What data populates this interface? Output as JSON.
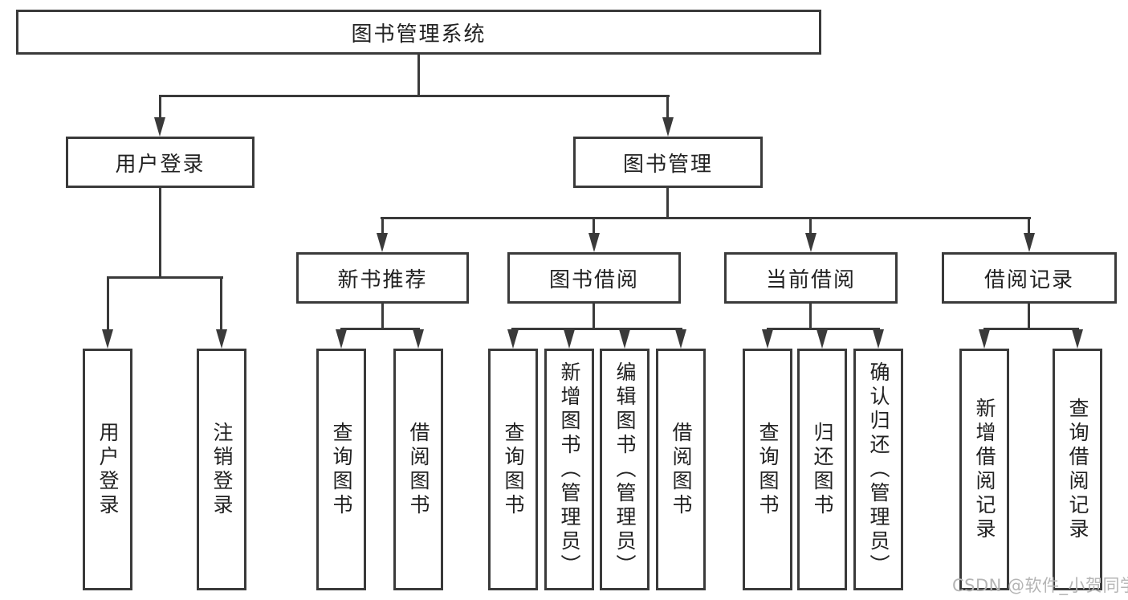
{
  "diagram": {
    "type": "org-tree",
    "root": {
      "label": "图书管理系统"
    },
    "branches": [
      {
        "label": "用户登录",
        "children": [
          {
            "label": "用户登录"
          },
          {
            "label": "注销登录"
          }
        ]
      },
      {
        "label": "图书管理",
        "children": [
          {
            "label": "新书推荐",
            "children": [
              {
                "label": "查询图书"
              },
              {
                "label": "借阅图书"
              }
            ]
          },
          {
            "label": "图书借阅",
            "children": [
              {
                "label": "查询图书"
              },
              {
                "label": "新增图书（管理员）"
              },
              {
                "label": "编辑图书（管理员）"
              },
              {
                "label": "借阅图书"
              }
            ]
          },
          {
            "label": "当前借阅",
            "children": [
              {
                "label": "查询图书"
              },
              {
                "label": "归还图书"
              },
              {
                "label": "确认归还（管理员）"
              }
            ]
          },
          {
            "label": "借阅记录",
            "children": [
              {
                "label": "新增借阅记录"
              },
              {
                "label": "查询借阅记录"
              }
            ]
          }
        ]
      }
    ],
    "watermark": "CSDN @软件_小贺同学",
    "colors": {
      "line": "#3a3a3a",
      "box_border": "#3a3a3a",
      "box_fill": "#ffffff",
      "text": "#222222",
      "watermark": "#b5b5b5",
      "background": "#ffffff"
    }
  }
}
